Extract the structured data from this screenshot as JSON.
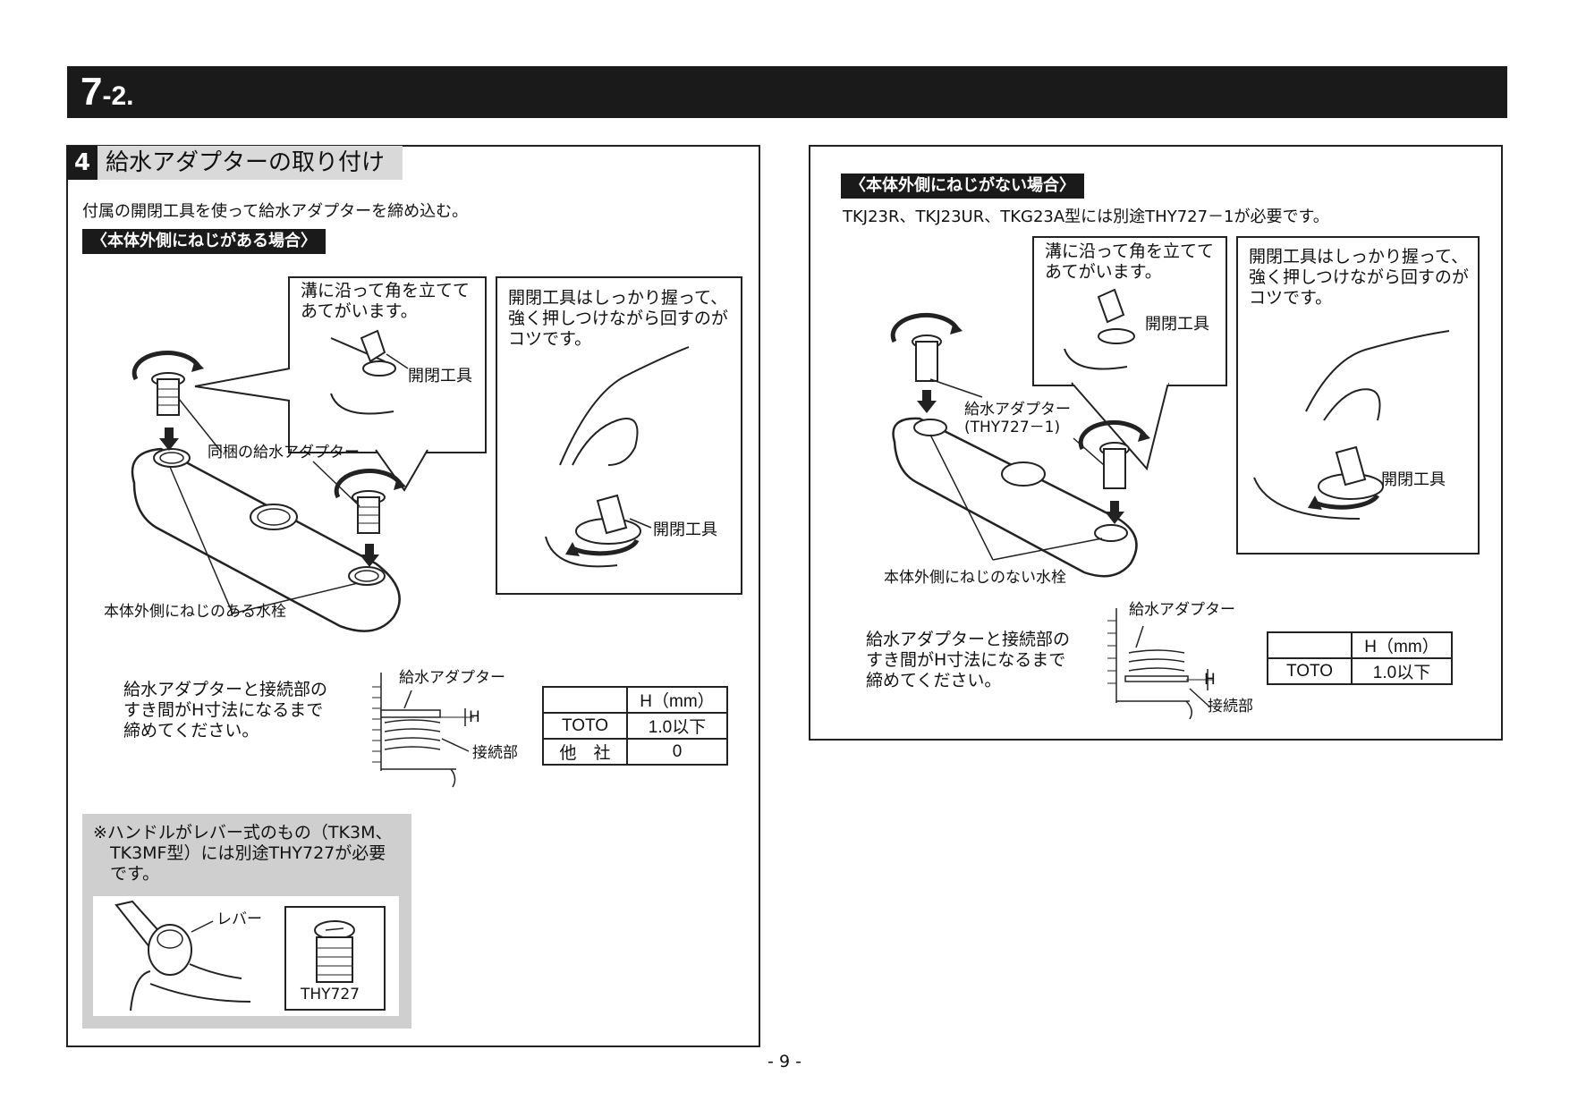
{
  "header": {
    "section_main": "7",
    "section_sub": "-2."
  },
  "step": {
    "number": "4",
    "title": "給水アダプターの取り付け"
  },
  "left": {
    "intro": "付属の開閉工具を使って給水アダプターを締め込む。",
    "case_label": "〈本体外側にねじがある場合〉",
    "callout1": "溝に沿って角を立てて\nあてがいます。",
    "callout1_tool": "開閉工具",
    "callout2": "開閉工具はしっかり握って、\n強く押しつけながら回すのが\nコツです。",
    "callout2_tool": "開閉工具",
    "adapter_label": "同梱の給水アダプター",
    "faucet_label": "本体外側にねじのある水栓",
    "gap_text": "給水アダプターと接続部の\nすき間がH寸法になるまで\n締めてください。",
    "gap_adapter": "給水アダプター",
    "gap_h": "H",
    "gap_joint": "接続部",
    "table": {
      "header": [
        "",
        "H（mm）"
      ],
      "rows": [
        [
          "TOTO",
          "1.0以下"
        ],
        [
          "他　社",
          "0"
        ]
      ]
    },
    "note": {
      "text": "※ハンドルがレバー式のもの（TK3M、\n　TK3MF型）には別途THY727が必要\n　です。",
      "lever_label": "レバー",
      "part_label": "THY727"
    }
  },
  "right": {
    "case_label": "〈本体外側にねじがない場合〉",
    "models_note": "TKJ23R、TKJ23UR、TKG23A型には別途THY727－1が必要です。",
    "callout1": "溝に沿って角を立てて\nあてがいます。",
    "callout1_tool": "開閉工具",
    "callout2": "開閉工具はしっかり握って、\n強く押しつけながら回すのが\nコツです。",
    "callout2_tool": "開閉工具",
    "adapter_label": "給水アダプター\n(THY727－1)",
    "faucet_label": "本体外側にねじのない水栓",
    "gap_text": "給水アダプターと接続部の\nすき間がH寸法になるまで\n締めてください。",
    "gap_adapter": "給水アダプター",
    "gap_h": "H",
    "gap_joint": "接続部",
    "table": {
      "header": [
        "",
        "H（mm）"
      ],
      "rows": [
        [
          "TOTO",
          "1.0以下"
        ]
      ]
    }
  },
  "page_number": "- 9 -"
}
